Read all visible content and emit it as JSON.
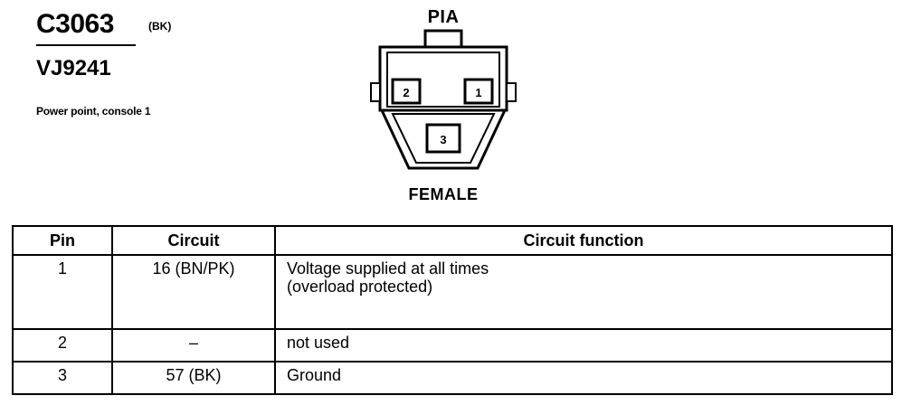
{
  "connector": {
    "id": "C3063",
    "color": "(BK)",
    "part_number": "VJ9241",
    "description": "Power point, console 1",
    "view_top_label": "PIA",
    "view_bottom_label": "FEMALE",
    "cavities": [
      "2",
      "1",
      "3"
    ]
  },
  "table": {
    "headers": {
      "pin": "Pin",
      "circuit": "Circuit",
      "function": "Circuit function"
    },
    "rows": [
      {
        "pin": "1",
        "circuit": "16 (BN/PK)",
        "function_lines": [
          "Voltage supplied at all times",
          "(overload protected)"
        ]
      },
      {
        "pin": "2",
        "circuit": "–",
        "function_lines": [
          "not used"
        ]
      },
      {
        "pin": "3",
        "circuit": "57 (BK)",
        "function_lines": [
          "Ground"
        ]
      }
    ]
  }
}
